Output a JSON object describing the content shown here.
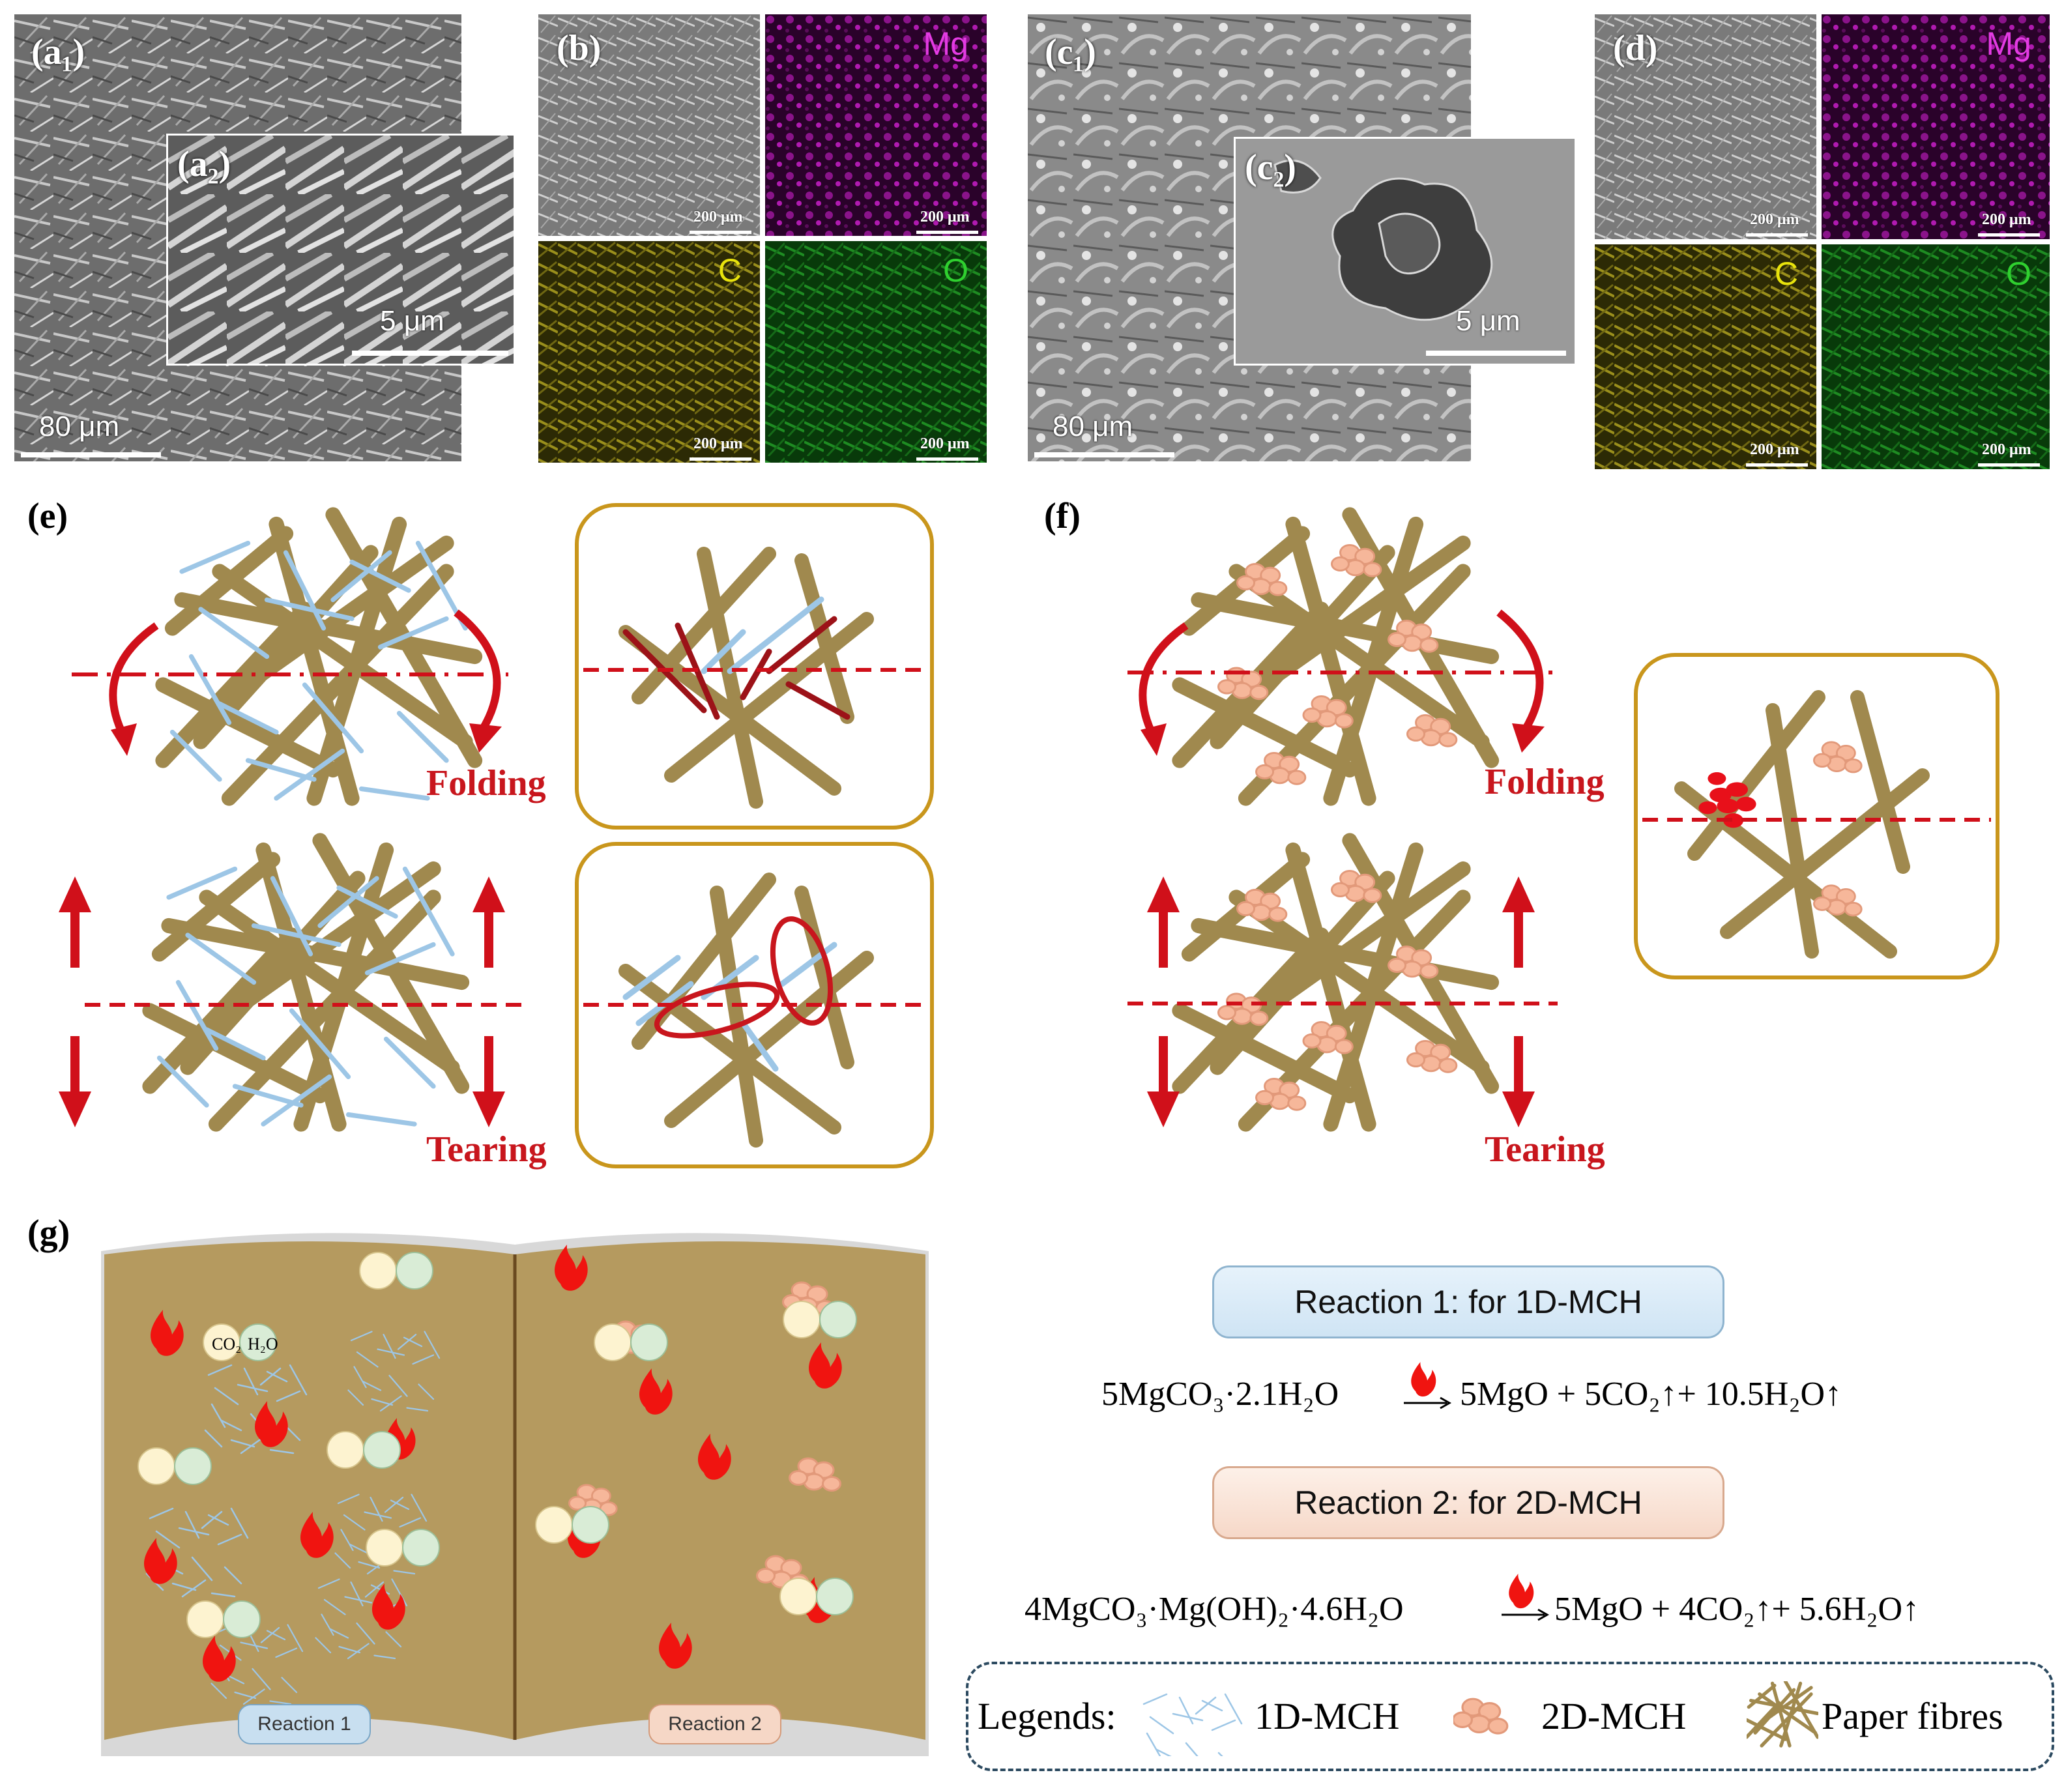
{
  "panels": {
    "a1": {
      "label": "(a₁)",
      "scale": "80 μm"
    },
    "a2": {
      "label": "(a₂)",
      "scale": "5 μm"
    },
    "b": {
      "label": "(b)",
      "scale": "200 μm",
      "elements": [
        "Mg",
        "C",
        "O"
      ]
    },
    "c1": {
      "label": "(c₁)",
      "scale": "80 μm"
    },
    "c2": {
      "label": "(c₂)",
      "scale": "5 μm"
    },
    "d": {
      "label": "(d)",
      "scale": "200 μm",
      "elements": [
        "Mg",
        "C",
        "O"
      ]
    },
    "e": {
      "label": "(e)",
      "folding": "Folding",
      "tearing": "Tearing"
    },
    "f": {
      "label": "(f)",
      "folding": "Folding",
      "tearing": "Tearing"
    },
    "g": {
      "label": "(g)",
      "reaction1_tag": "Reaction 1",
      "reaction2_tag": "Reaction 2",
      "co2": "CO₂",
      "h2o": "H₂O"
    }
  },
  "reactions": {
    "r1_title": "Reaction 1: for 1D-MCH",
    "r1_eq_left": "5MgCO₃·2.1H₂O",
    "r1_eq_right": "5MgO + 5CO₂↑+ 10.5H₂O↑",
    "r2_title": "Reaction 2: for 2D-MCH",
    "r2_eq_left": "4MgCO₃·Mg(OH)₂·4.6H₂O",
    "r2_eq_right": "5MgO + 4CO₂↑+ 5.6H₂O↑"
  },
  "legend": {
    "title": "Legends:",
    "item1": "1D-MCH",
    "item2": "2D-MCH",
    "item3": "Paper fibres"
  },
  "colors": {
    "fibre": "#a0894e",
    "rod": "#9dc6e6",
    "flake": "#f6b79a",
    "red": "#d0101a",
    "gold_frame": "#c9961c",
    "mg_map": "#6a0a6a",
    "c_map": "#5c5514",
    "o_map": "#0f5a14"
  }
}
